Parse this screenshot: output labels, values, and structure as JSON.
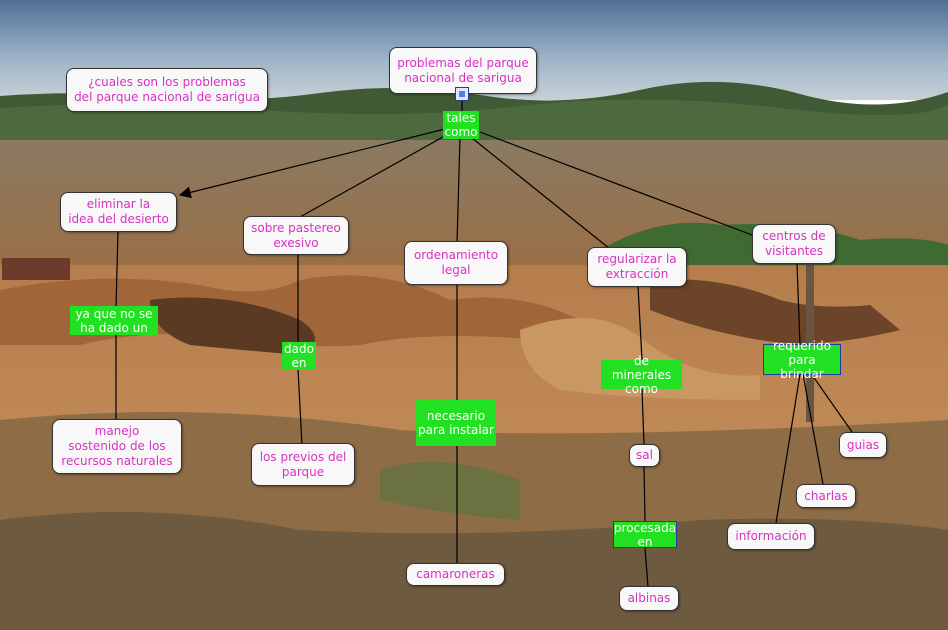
{
  "nodes": {
    "question": "¿cuales son los problemas\ndel parque nacional de sarigua",
    "root": "problemas del parque\nnacional de sarigua",
    "eliminar": "eliminar la\nidea del desierto",
    "pastoreo": "sobre pastereo\nexesivo",
    "ordenamiento": "ordenamiento\nlegal",
    "regularizar": "regularizar la\nextracción",
    "centros": "centros de\nvisitantes",
    "manejo": "manejo\nsostenido de los\nrecursos naturales",
    "previos": "los previos del\nparque",
    "camaroneras": "camaroneras",
    "sal": "sal",
    "albinas": "albinas",
    "guias": "guias",
    "charlas": "charlas",
    "informacion": "información"
  },
  "links": {
    "tales_como": "tales\ncomo",
    "ya_que": "ya que  no se\nha dado un",
    "dado_en": "dado\nen",
    "necesario": "necesario\npara instalar",
    "de_minerales": "de minerales\ncomo",
    "procesada": "procesada\nen",
    "requerido": "requerido\npara brindar"
  },
  "colors": {
    "node_text": "#d633c2",
    "link_fill": "#22e022",
    "link_text": "#ffffff"
  },
  "icons": {
    "root_attachment": "document-icon"
  }
}
